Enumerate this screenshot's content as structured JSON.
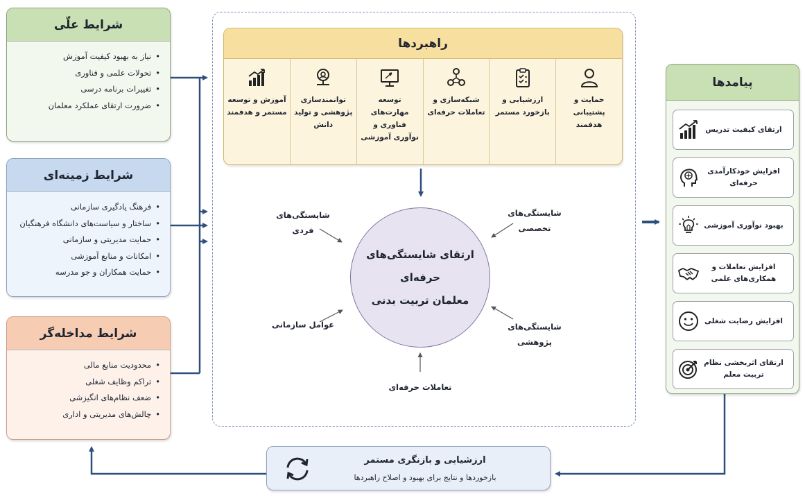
{
  "scientific": {
    "title": "شرایط علّی",
    "items": [
      "نیاز به بهبود کیفیت آموزش",
      "تحولات علمی و فناوری",
      "تغییرات برنامه درسی",
      "ضرورت ارتقای عملکرد معلمان"
    ]
  },
  "contextual": {
    "title": "شرایط زمینه‌ای",
    "items": [
      "فرهنگ یادگیری سازمانی",
      "ساختار و سیاست‌های دانشگاه فرهنگیان",
      "حمایت مدیریتی و سازمانی",
      "امکانات و منابع آموزشی",
      "حمایت همکاران و جو مدرسه"
    ]
  },
  "intervening": {
    "title": "شرایط مداخله‌گر",
    "items": [
      "محدودیت منابع مالی",
      "تراکم وظایف شغلی",
      "ضعف نظام‌های انگیزشی",
      "چالش‌های مدیریتی و اداری"
    ]
  },
  "strategies": {
    "title": "راهبردها",
    "items": [
      {
        "label": "حمایت و پشتیبانی هدفمند",
        "icon": "person-icon"
      },
      {
        "label": "ارزشیابی و بازخورد مستمر",
        "icon": "clipboard-icon"
      },
      {
        "label": "شبکه‌سازی و تعاملات حرفه‌ای",
        "icon": "network-icon"
      },
      {
        "label": "توسعه مهارت‌های فناوری و نوآوری آموزشی",
        "icon": "monitor-icon"
      },
      {
        "label": "توانمندسازی پژوهشی و تولید دانش",
        "icon": "research-icon"
      },
      {
        "label": "آموزش و توسعه مستمر و هدفمند",
        "icon": "growth-chart-icon"
      }
    ]
  },
  "core": {
    "line1": "ارتقای شایستگی‌های",
    "line2": "حرفه‌ای",
    "line3": "معلمان تربیت بدنی"
  },
  "components": {
    "individual": "شایستگی‌های فردی",
    "specialized": "شایستگی‌های تخصصی",
    "organizational": "عوامل سازمانی",
    "research": "شایستگی‌های پژوهشی",
    "interactions": "تعاملات حرفه‌ای"
  },
  "outcomes": {
    "title": "پیامدها",
    "items": [
      {
        "label": "ارتقای کیفیت تدریس",
        "icon": "growth-chart-icon"
      },
      {
        "label": "افزایش خودکارآمدی حرفه‌ای",
        "icon": "head-brain-icon"
      },
      {
        "label": "بهبود نوآوری آموزشی",
        "icon": "lightbulb-icon"
      },
      {
        "label": "افزایش تعاملات و همکاری‌های علمی",
        "icon": "handshake-icon"
      },
      {
        "label": "افزایش رضایت شغلی",
        "icon": "smiley-icon"
      },
      {
        "label": "ارتقای اثربخشی نظام تربیت معلم",
        "icon": "target-icon"
      }
    ]
  },
  "evaluation": {
    "title": "ارزشیابی و بازنگری مستمر",
    "subtitle": "بازخوردها و نتایج برای بهبود و اصلاح راهبردها",
    "icon": "cycle-arrows-icon"
  },
  "colors": {
    "green_head": "#c9e0b4",
    "blue_head": "#c6d9ef",
    "orange_head": "#f6ccb2",
    "yellow_head": "#f7dfa0",
    "arrow": "#2d4f7c",
    "circle_fill": "#e7e3f1"
  }
}
